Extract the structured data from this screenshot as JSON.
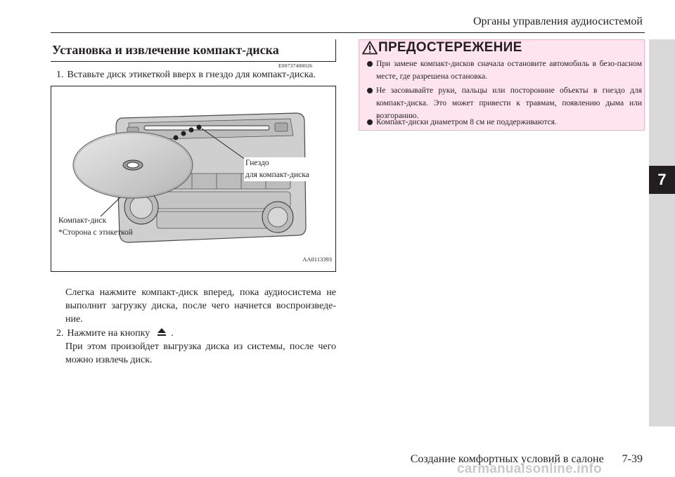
{
  "header": {
    "title": "Органы управления аудиосистемой"
  },
  "section": {
    "heading": "Установка и извлечение компакт-диска",
    "code": "E00737400026"
  },
  "steps": {
    "step1_num": "1.",
    "step1_text": "Вставьте диск этикеткой вверх в гнездо для компакт-диска.",
    "step1_para": "Слегка нажмите компакт-диск вперед, пока аудиосистема не выполнит загрузку диска, после чего начнется воспроизведе-ние.",
    "step2_num": "2.",
    "step2_text_before": "Нажмите на кнопку",
    "step2_text_after": ".",
    "step2_para": "При этом произойдет выгрузка диска из системы, после чего можно извлечь диск."
  },
  "figure": {
    "slot_label_line1": "Гнездо",
    "slot_label_line2": "для компакт-диска",
    "cd_label_line1": "Компакт-диск",
    "cd_label_line2": "*Сторона с этикеткой",
    "code": "AA0113393",
    "icon": "eject-icon"
  },
  "warning": {
    "title": "ПРЕДОСТЕРЕЖЕНИЕ",
    "icon": "warning-triangle-icon",
    "background_color": "#fde4ef",
    "items": [
      "При замене компакт-дисков сначала остановите автомобиль в безо-пасном месте, где разрешена остановка.",
      "Не засовывайте руки, пальцы или посторонние объекты в гнездо для компакт-диска. Это может привести к травмам, появлению дыма или возгоранию.",
      "Компакт-диски диаметром 8 см не поддерживаются."
    ]
  },
  "side_tab": {
    "number": "7"
  },
  "footer": {
    "section": "Создание комфортных условий в салоне",
    "page": "7-39"
  },
  "watermark": "carmanualsonline.info"
}
